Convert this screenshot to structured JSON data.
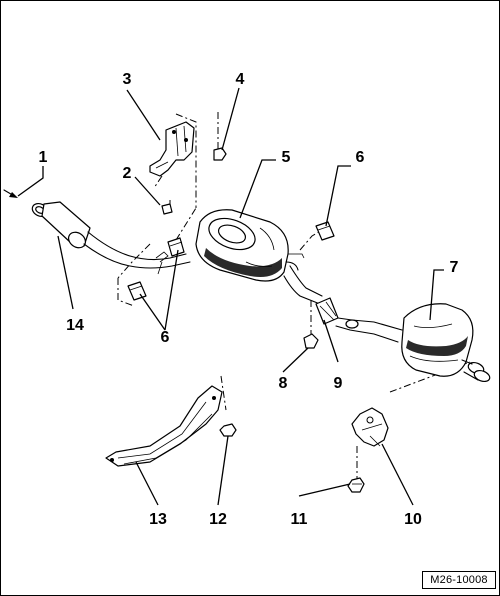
{
  "diagram": {
    "reference": "M26-10008",
    "callouts": {
      "c1": "1",
      "c2": "2",
      "c3": "3",
      "c4": "4",
      "c5": "5",
      "c6_top": "6",
      "c6_left": "6",
      "c7": "7",
      "c8": "8",
      "c9": "9",
      "c10": "10",
      "c11": "11",
      "c12": "12",
      "c13": "13",
      "c14": "14"
    }
  }
}
